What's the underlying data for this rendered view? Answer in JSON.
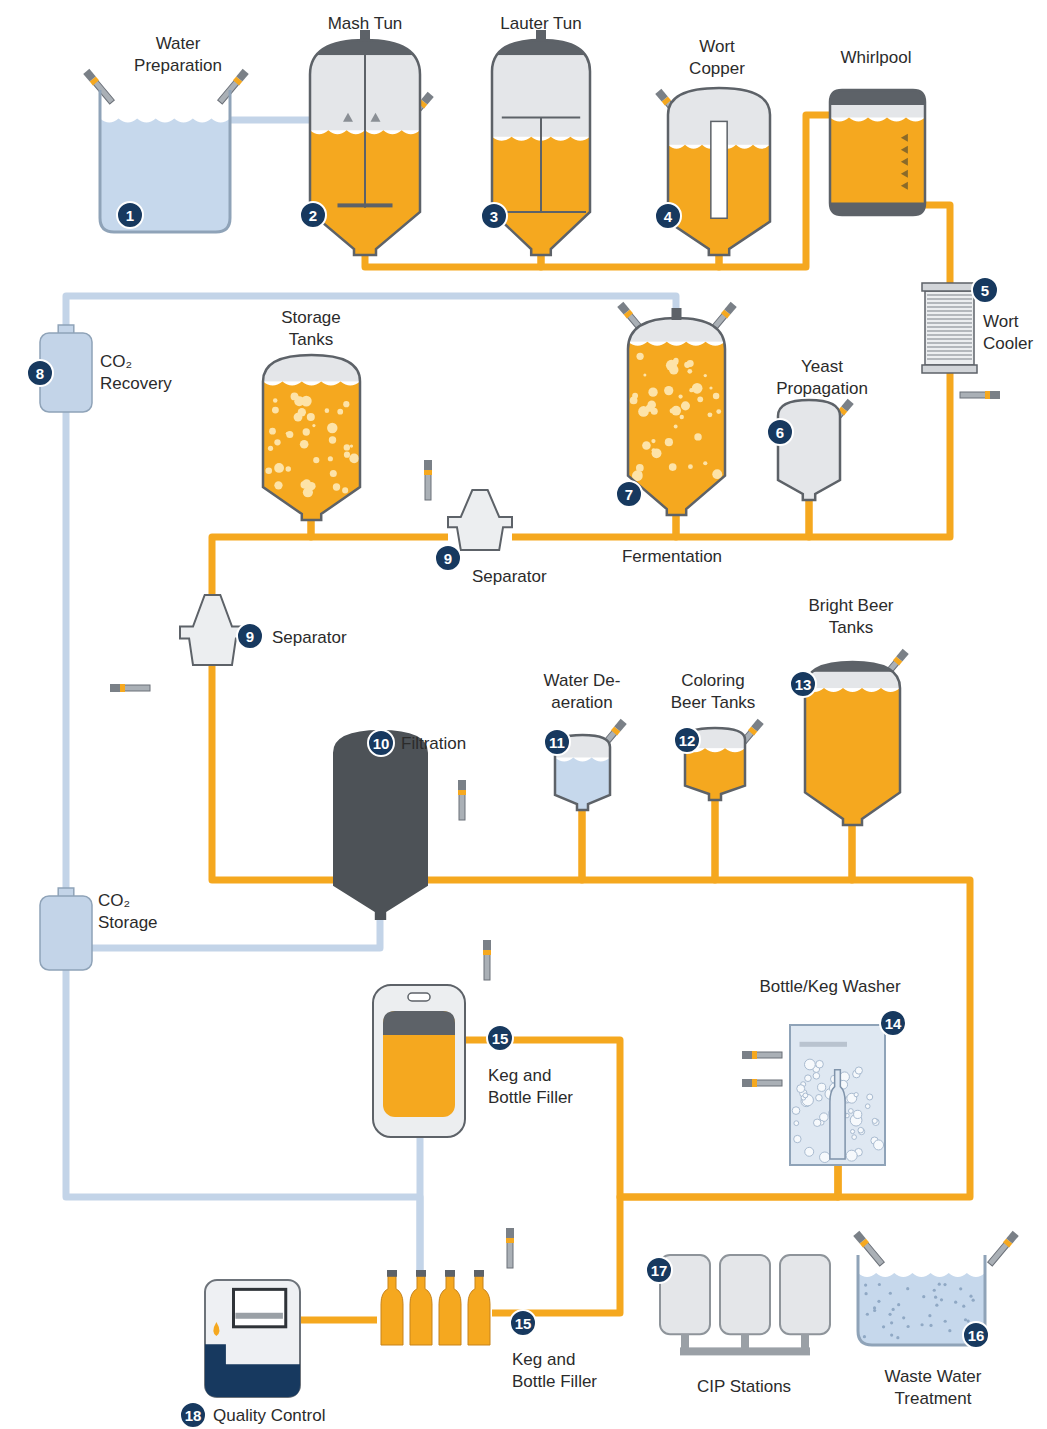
{
  "diagram": {
    "nodes": [
      {
        "text": [
          "Water Preparation"
        ]
      },
      {
        "text": [
          "Mash Tun"
        ]
      },
      {
        "text": [
          "Lauter Tun"
        ]
      },
      {
        "text": [
          "Wort Copper"
        ]
      },
      {
        "text": [
          "Whirlpool"
        ]
      },
      {
        "text": [
          "Wort Cooler"
        ]
      },
      {
        "text": [
          "Yeast Propagation"
        ]
      },
      {
        "text": [
          "Fermentation"
        ]
      },
      {
        "text": [
          "Storage Tanks"
        ]
      },
      {
        "text": [
          "Separator"
        ]
      },
      {
        "text": [
          "CO₂ Recovery"
        ]
      },
      {
        "text": [
          "Separator"
        ]
      },
      {
        "text": [
          "Filtration"
        ]
      },
      {
        "text": [
          "Water De-aeration"
        ]
      },
      {
        "text": [
          "Coloring Beer Tanks"
        ]
      },
      {
        "text": [
          "Bright Beer Tanks"
        ]
      },
      {
        "text": [
          "CO₂ Storage"
        ]
      },
      {
        "text": [
          "Bottle/Keg Washer"
        ]
      },
      {
        "text": [
          "Keg and Bottle Filler"
        ]
      },
      {
        "text": [
          "Keg and Bottle Filler"
        ]
      },
      {
        "text": [
          "Quality Control"
        ]
      },
      {
        "text": [
          "CIP Stations"
        ]
      },
      {
        "text": [
          "Waste Water Treatment"
        ]
      },
      {
        "text": [
          "1"
        ],
        "in": 0
      },
      {
        "text": [
          "2"
        ],
        "in": 1
      },
      {
        "text": [
          "3"
        ],
        "in": 2
      },
      {
        "text": [
          "4"
        ],
        "in": 3
      },
      {
        "text": [
          "5"
        ],
        "in": 5
      },
      {
        "text": [
          "6"
        ],
        "in": 6
      },
      {
        "text": [
          "7"
        ],
        "in": 7
      },
      {
        "text": [
          "9"
        ],
        "in": 9
      },
      {
        "text": [
          "8"
        ],
        "in": 10
      },
      {
        "text": [
          "9"
        ],
        "in": 11
      },
      {
        "text": [
          "10"
        ],
        "in": 12
      },
      {
        "text": [
          "11"
        ],
        "in": 13
      },
      {
        "text": [
          "12"
        ],
        "in": 14
      },
      {
        "text": [
          "13"
        ],
        "in": 15
      },
      {
        "text": [
          "14"
        ],
        "in": 17
      },
      {
        "text": [
          "15"
        ],
        "in": 18
      },
      {
        "text": [
          "15"
        ],
        "in": 19
      },
      {
        "text": [
          "18"
        ],
        "in": 20
      },
      {
        "text": [
          "17"
        ],
        "in": 21
      },
      {
        "text": [
          "16"
        ],
        "in": 22
      }
    ],
    "edges": [
      {
        "from": 0,
        "to": 1,
        "arrow": "none"
      },
      {
        "from": 1,
        "to": 2,
        "arrow": "none"
      },
      {
        "from": 2,
        "to": 3,
        "arrow": "none"
      },
      {
        "from": 3,
        "to": 4,
        "arrow": "none"
      },
      {
        "from": 4,
        "to": 5,
        "arrow": "none"
      },
      {
        "from": 5,
        "to": 6,
        "arrow": "none"
      },
      {
        "from": 6,
        "to": 7,
        "arrow": "none"
      },
      {
        "from": 7,
        "to": 9,
        "arrow": "none"
      },
      {
        "from": 9,
        "to": 8,
        "arrow": "none"
      },
      {
        "from": 8,
        "to": 11,
        "arrow": "none"
      },
      {
        "from": 7,
        "to": 10,
        "arrow": "none"
      },
      {
        "from": 10,
        "to": 16,
        "arrow": "none"
      },
      {
        "from": 12,
        "to": 16,
        "arrow": "none"
      },
      {
        "from": 11,
        "to": 12,
        "arrow": "none"
      },
      {
        "from": 12,
        "to": 13,
        "arrow": "none"
      },
      {
        "from": 13,
        "to": 14,
        "arrow": "none"
      },
      {
        "from": 14,
        "to": 15,
        "arrow": "none"
      },
      {
        "from": 15,
        "to": 17,
        "arrow": "none"
      },
      {
        "from": 17,
        "to": 18,
        "arrow": "none"
      },
      {
        "from": 17,
        "to": 19,
        "arrow": "none"
      },
      {
        "from": 16,
        "to": 19,
        "arrow": "none"
      },
      {
        "from": 18,
        "to": 19,
        "arrow": "none"
      },
      {
        "from": 19,
        "to": 20,
        "arrow": "none"
      }
    ]
  }
}
